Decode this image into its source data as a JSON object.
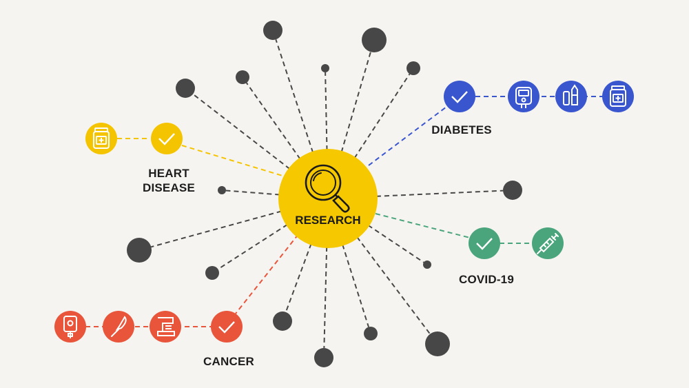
{
  "center": {
    "label": "RESEARCH",
    "icon": "magnifier-icon",
    "color": "#f5c800"
  },
  "colors": {
    "node": "#474747",
    "spoke": "#474747",
    "heart": "#f5c400",
    "diabetes": "#3a56cf",
    "covid": "#4aa57c",
    "cancer": "#e8553b"
  },
  "branches": {
    "heart": {
      "label_line1": "HEART",
      "label_line2": "DISEASE",
      "icons": [
        "medicine-bottle-icon",
        "checkmark-icon"
      ]
    },
    "diabetes": {
      "label": "DIABETES",
      "icons": [
        "checkmark-icon",
        "glucose-meter-icon",
        "insulin-pen-icon",
        "medicine-bottle-icon"
      ]
    },
    "covid": {
      "label": "COVID-19",
      "icons": [
        "checkmark-icon",
        "syringe-icon"
      ]
    },
    "cancer": {
      "label": "CANCER",
      "icons": [
        "iv-bag-icon",
        "scalpel-icon",
        "radiation-machine-icon",
        "checkmark-icon"
      ]
    }
  }
}
